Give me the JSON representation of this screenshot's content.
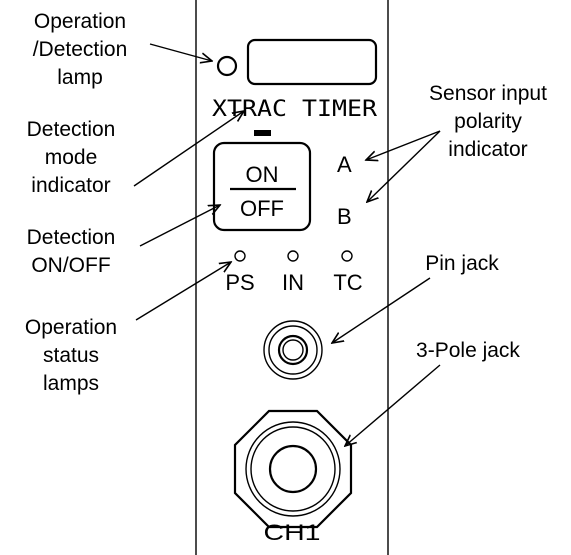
{
  "labels": {
    "operation_detection_lamp": [
      "Operation",
      "/Detection",
      "lamp"
    ],
    "detection_mode_indicator": [
      "Detection",
      "mode",
      "indicator"
    ],
    "detection_on_off": [
      "Detection",
      "ON/OFF"
    ],
    "operation_status_lamps": [
      "Operation",
      "status",
      "lamps"
    ],
    "sensor_input_polarity_indicator": [
      "Sensor input",
      "polarity",
      "indicator"
    ],
    "pin_jack": "Pin jack",
    "three_pole_jack": "3-Pole jack"
  },
  "panel": {
    "title": "XTRAC TIMER",
    "switch_on": "ON",
    "switch_off": "OFF",
    "polarity_a": "A",
    "polarity_b": "B",
    "status_lamps": [
      "PS",
      "IN",
      "TC"
    ],
    "channel": "CH1"
  }
}
